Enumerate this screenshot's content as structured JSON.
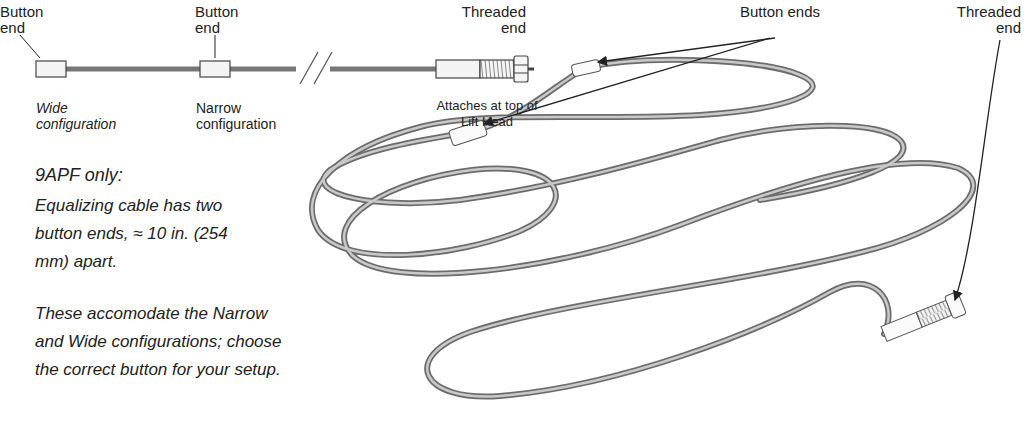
{
  "diagram": {
    "labels": [
      "Button end",
      "Button end",
      "Threaded end",
      "Wide configuration",
      "Narrow configuration",
      "Attaches at top of Lift Head",
      "Button ends",
      "Threaded end",
      "9APF only:",
      "Equalizing cable has two button ends, ≈ 10 in. (254 mm) apart.",
      "These accomodate the Narrow and Wide configurations; choose the correct button for your setup."
    ]
  }
}
